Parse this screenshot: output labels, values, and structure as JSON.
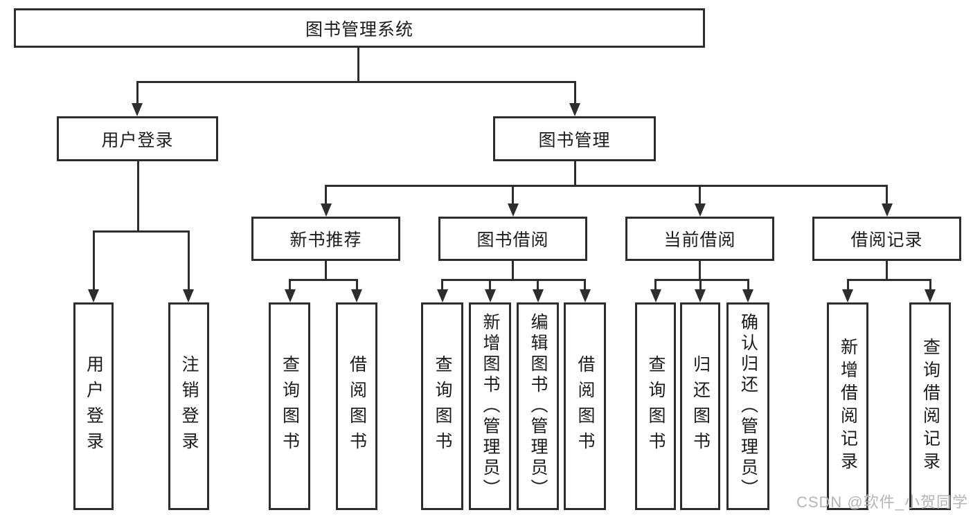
{
  "diagram_title": "图书管理系统",
  "nodes": {
    "root": "图书管理系统",
    "user_login": "用户登录",
    "book_mgmt": "图书管理",
    "new_book_rec": "新书推荐",
    "book_borrow": "图书借阅",
    "current_borrow": "当前借阅",
    "borrow_record": "借阅记录",
    "leaf_user_login": "用户登录",
    "leaf_logout": "注销登录",
    "leaf_query_book_rec": "查询图书",
    "leaf_borrow_book_rec": "借阅图书",
    "leaf_query_book_borrow": "查询图书",
    "leaf_add_book_admin": "新增图书（管理员）",
    "leaf_edit_book_admin": "编辑图书（管理员）",
    "leaf_borrow_book_borrow": "借阅图书",
    "leaf_query_book_current": "查询图书",
    "leaf_return_book": "归还图书",
    "leaf_confirm_return_admin": "确认归还（管理员）",
    "leaf_add_borrow_record": "新增借阅记录",
    "leaf_query_borrow_record": "查询借阅记录"
  },
  "watermark": {
    "text": "CSDN @软件_小贺同学"
  },
  "colors": {
    "line": "#2d2d2d",
    "text": "#1b1b1b",
    "watermark": "#b5b5b5",
    "background": "#ffffff"
  }
}
